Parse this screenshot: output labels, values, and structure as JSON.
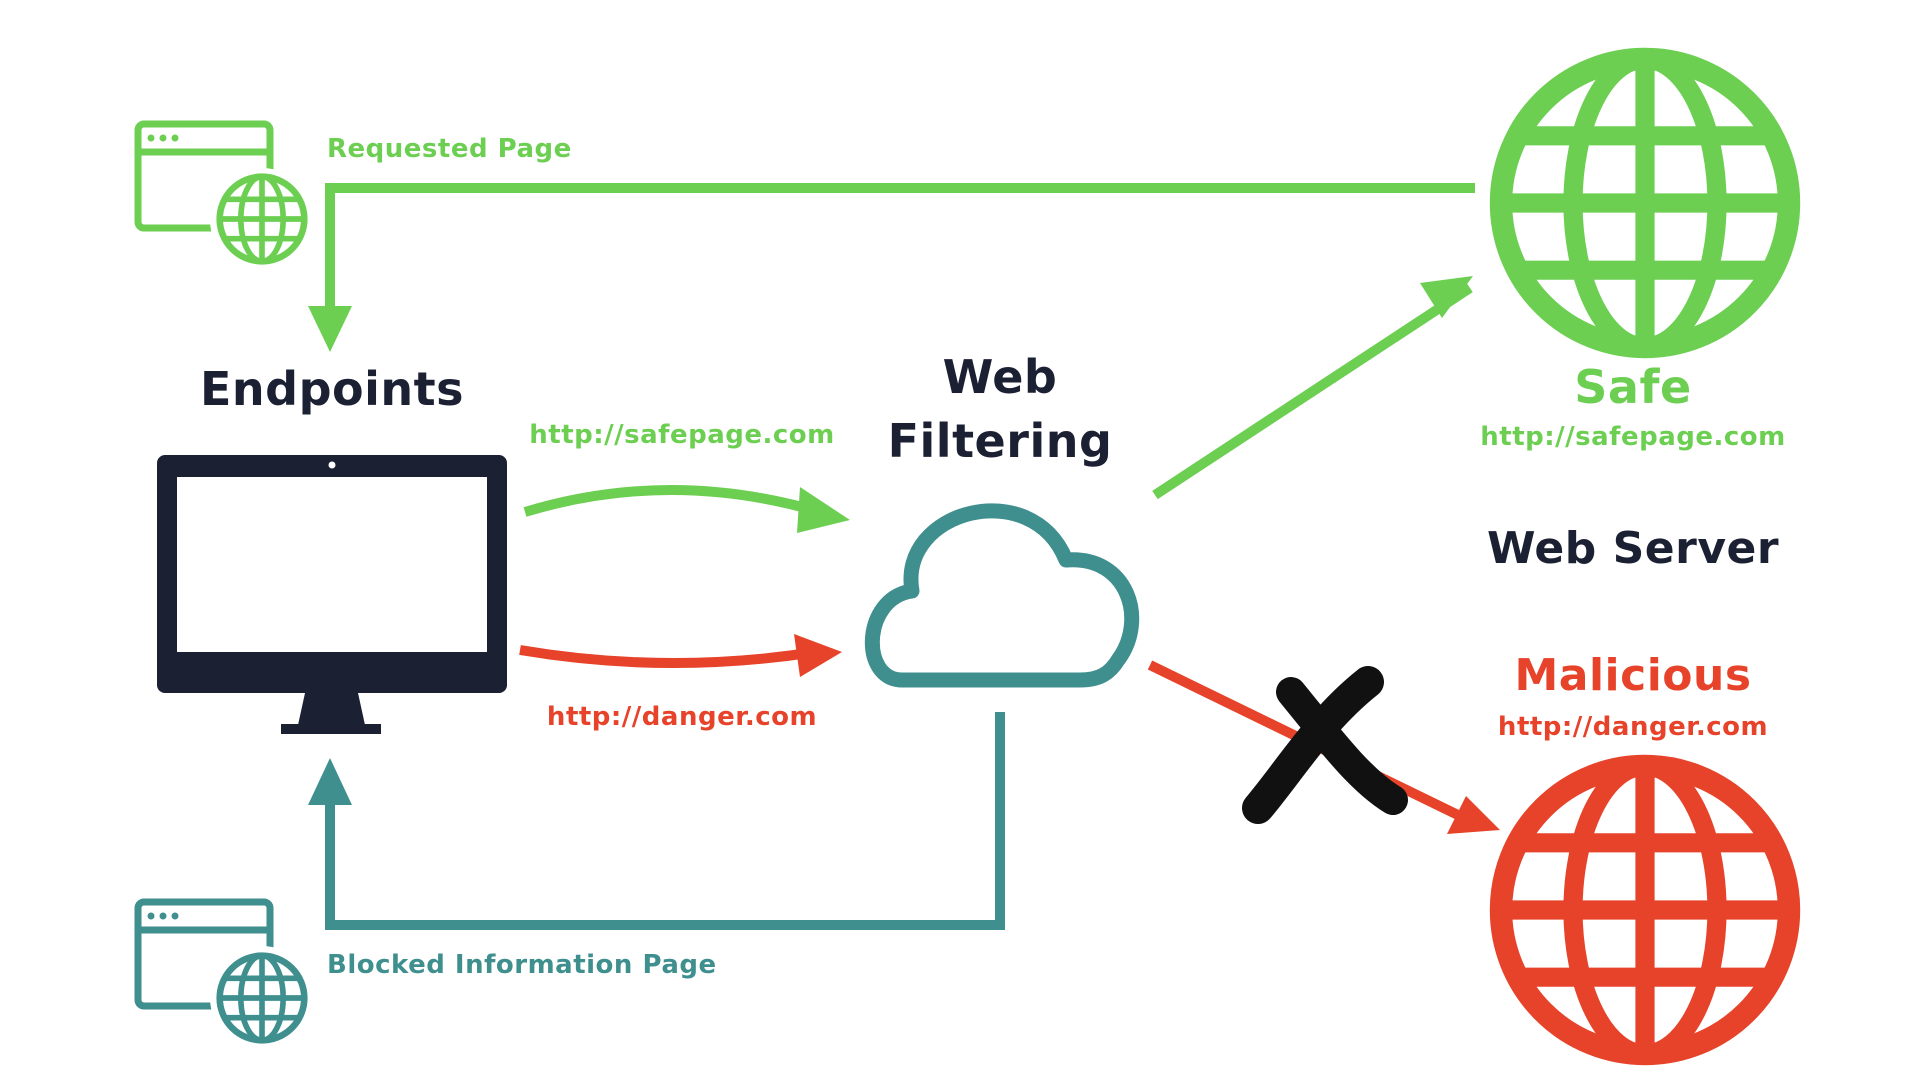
{
  "colors": {
    "green": "#6ccf52",
    "red": "#e7432a",
    "teal": "#3f8f8f",
    "dark": "#1b2033",
    "black": "#111111"
  },
  "icons": {
    "requested_page": "browser-globe-icon",
    "blocked_page": "browser-globe-icon",
    "endpoint": "desktop-monitor-icon",
    "filter": "cloud-icon",
    "safe_server": "globe-icon",
    "malicious_server": "globe-icon",
    "blocked_mark": "x-mark-icon"
  },
  "labels": {
    "requested_page": "Requested Page",
    "endpoints": "Endpoints",
    "safe_url_request": "http://safepage.com",
    "danger_url_request": "http://danger.com",
    "web_filtering_line1": "Web",
    "web_filtering_line2": "Filtering",
    "safe_title": "Safe",
    "safe_url": "http://safepage.com",
    "web_server": "Web Server",
    "malicious_title": "Malicious",
    "malicious_url": "http://danger.com",
    "blocked_page": "Blocked Information Page"
  }
}
